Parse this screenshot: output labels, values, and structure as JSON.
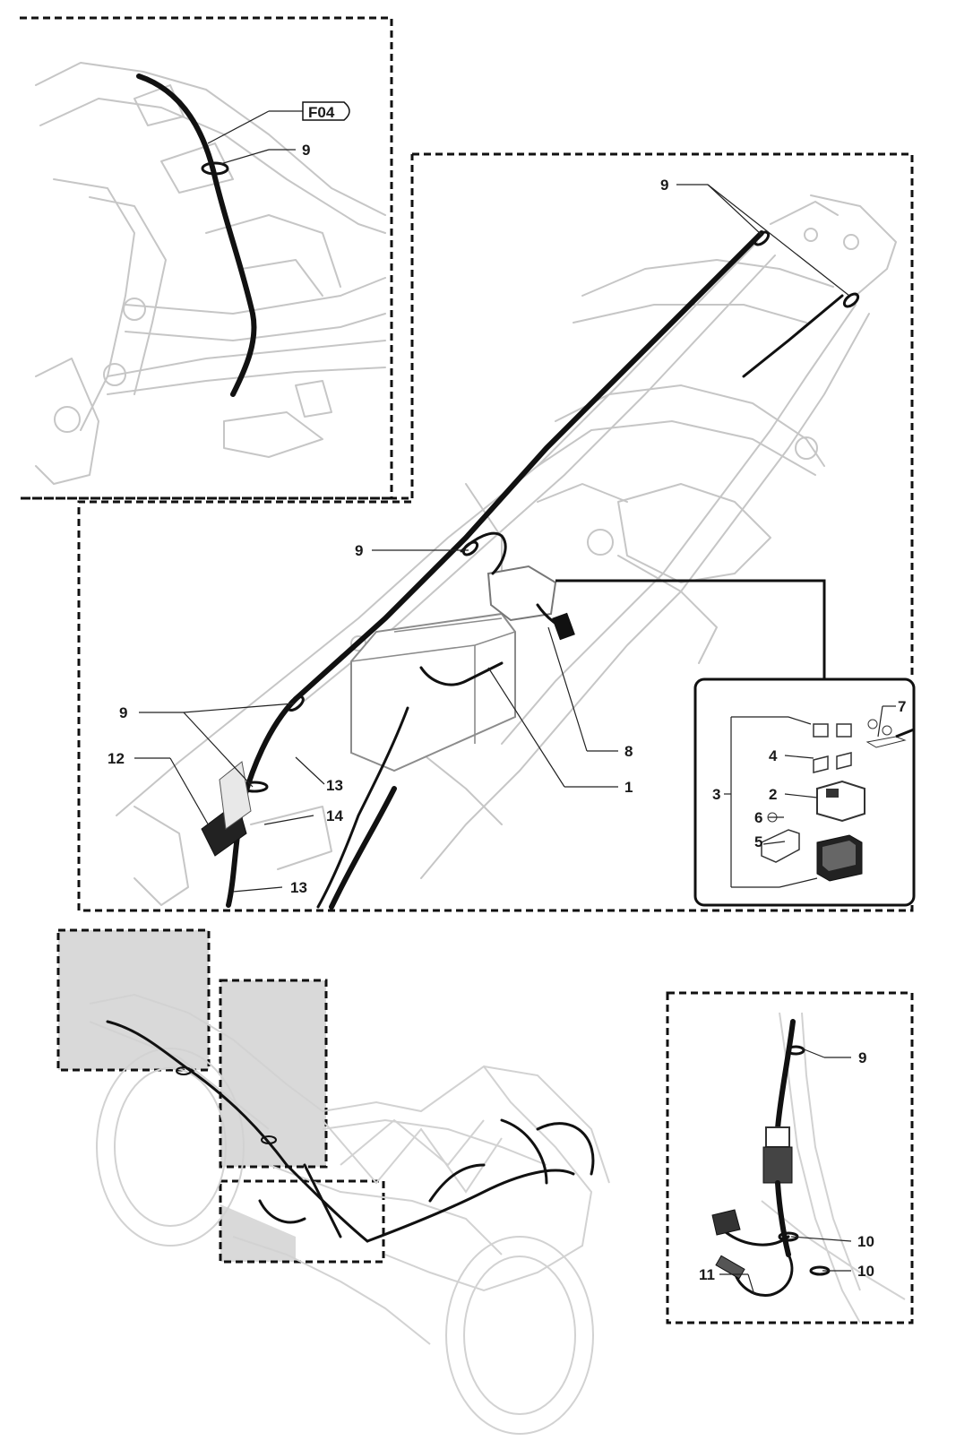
{
  "callouts": {
    "f04": "F04",
    "c1": "1",
    "c2": "2",
    "c3": "3",
    "c4": "4",
    "c5": "5",
    "c6": "6",
    "c7": "7",
    "c8": "8",
    "c9": "9",
    "c10": "10",
    "c11": "11",
    "c12": "12",
    "c13": "13",
    "c14": "14"
  },
  "colors": {
    "wire": "#111111",
    "frame_outline": "#c6c6c6",
    "highlight_fill": "#d9d9d9",
    "border": "#111111"
  }
}
